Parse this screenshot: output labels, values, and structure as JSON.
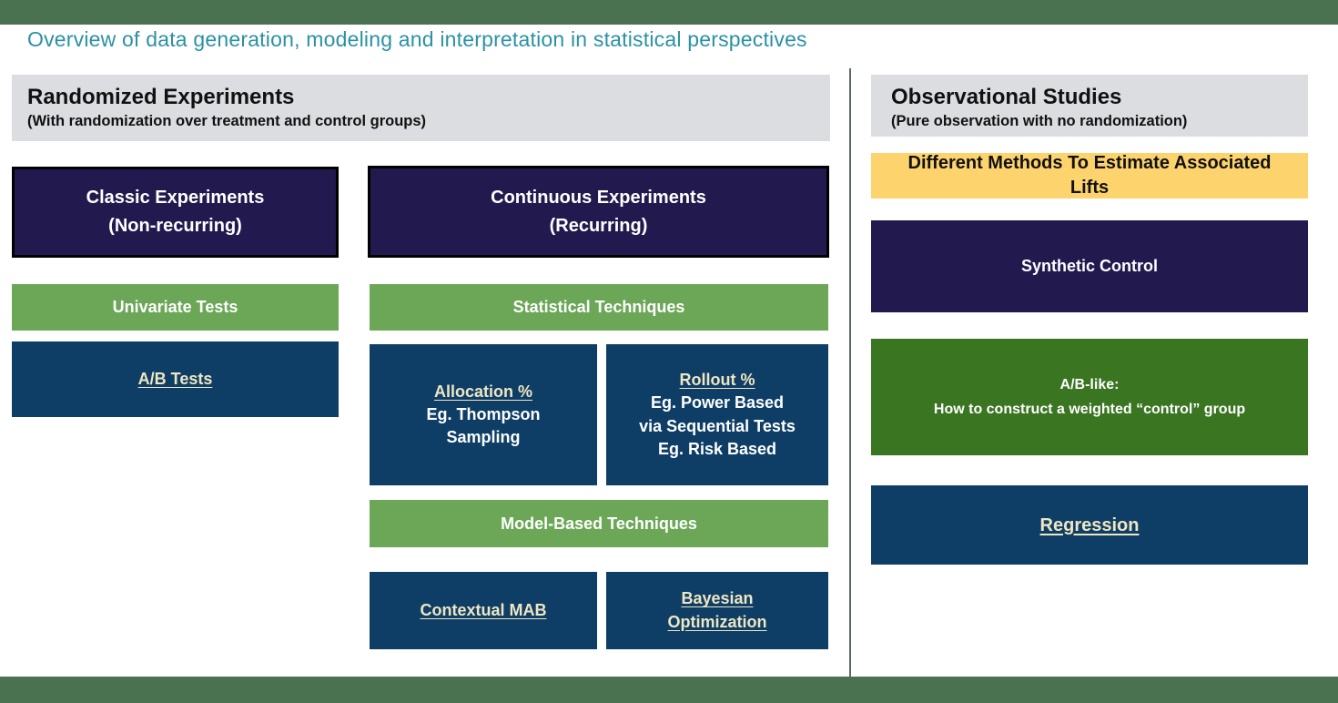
{
  "title": "Overview of data generation, modeling and interpretation in statistical perspectives",
  "colors": {
    "top_bottom_bar": "#4a7150",
    "header_gray": "#dcdde0",
    "navy": "#221a4e",
    "light_green": "#6ba757",
    "dark_blue": "#0e3e66",
    "dark_green": "#3a7522",
    "yellow": "#fdd36d",
    "cream_link_text": "#efe6c2",
    "title_teal": "#2b91a5"
  },
  "randomized": {
    "header": {
      "title": "Randomized Experiments",
      "subtitle": "(With randomization over treatment and control groups)"
    },
    "classic": {
      "title_line1": "Classic Experiments",
      "title_line2": "(Non-recurring)",
      "technique_header": "Univariate Tests",
      "method": "A/B Tests"
    },
    "continuous": {
      "title_line1": "Continuous Experiments",
      "title_line2": "(Recurring)",
      "statistical_header": "Statistical Techniques",
      "allocation": {
        "title": "Allocation %",
        "line1": "Eg. Thompson",
        "line2": "Sampling"
      },
      "rollout": {
        "title": "Rollout %",
        "line1": "Eg. Power Based",
        "line2": "via Sequential Tests",
        "line3": "Eg. Risk Based"
      },
      "model_header": "Model-Based Techniques",
      "contextual_mab": "Contextual MAB",
      "bayesian_line1": "Bayesian",
      "bayesian_line2": "Optimization"
    }
  },
  "observational": {
    "header": {
      "title": "Observational Studies",
      "subtitle": "(Pure observation with no randomization)"
    },
    "methods_banner_line1": "Different Methods To Estimate Associated",
    "methods_banner_line2": "Lifts",
    "synthetic_control": "Synthetic Control",
    "ab_like_line1": "A/B-like:",
    "ab_like_line2": "How to construct a weighted “control” group",
    "regression": "Regression"
  }
}
